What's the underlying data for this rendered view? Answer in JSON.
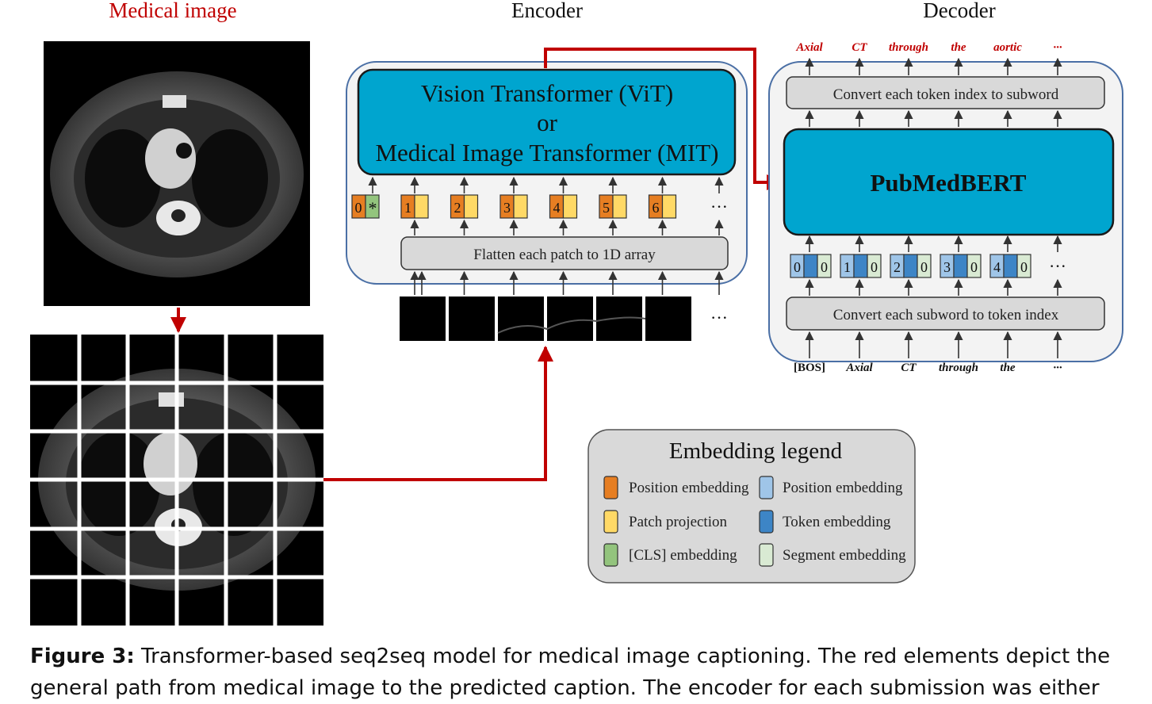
{
  "titles": {
    "medical_image": "Medical image",
    "encoder": "Encoder",
    "decoder": "Decoder"
  },
  "encoder": {
    "model_line1": "Vision Transformer (ViT)",
    "model_line2": "or",
    "model_line3": "Medical Image Transformer (MIT)",
    "flatten_label": "Flatten each patch to 1D array",
    "cls_index": "0",
    "cls_symbol": "*",
    "patch_indices": [
      "1",
      "2",
      "3",
      "4",
      "5",
      "6"
    ],
    "ellipsis": "···"
  },
  "decoder": {
    "output_tokens": [
      "Axial",
      "CT",
      "through",
      "the",
      "aortic",
      "···"
    ],
    "top_box_label": "Convert each token index to subword",
    "model_label": "PubMedBERT",
    "token_groups": [
      {
        "pos": "0",
        "seg": "0"
      },
      {
        "pos": "1",
        "seg": "0"
      },
      {
        "pos": "2",
        "seg": "0"
      },
      {
        "pos": "3",
        "seg": "0"
      },
      {
        "pos": "4",
        "seg": "0"
      }
    ],
    "ellipsis": "···",
    "bottom_box_label": "Convert each subword to token index",
    "input_tokens": [
      "[BOS]",
      "Axial",
      "CT",
      "through",
      "the",
      "···"
    ]
  },
  "legend": {
    "title": "Embedding legend",
    "items_left": [
      {
        "label": "Position embedding",
        "color": "#E67E22"
      },
      {
        "label": "Patch projection",
        "color": "#FFD966"
      },
      {
        "label": "[CLS] embedding",
        "color": "#93C47D"
      }
    ],
    "items_right": [
      {
        "label": "Position embedding",
        "color": "#9FC5E8"
      },
      {
        "label": "Token embedding",
        "color": "#3D85C6"
      },
      {
        "label": "Segment embedding",
        "color": "#D9EAD3"
      }
    ]
  },
  "colors": {
    "accent_red": "#C00000",
    "model_box": "#00A5CF",
    "gray_box": "#D9D9D9",
    "panel_bg": "#F3F3F3",
    "panel_border": "#4A6FA5"
  },
  "caption": {
    "label": "Figure 3:",
    "line1": " Transformer-based seq2seq model for medical image captioning. The red elements depict the",
    "line2": "general path from medical image to the predicted caption. The encoder for each submission was either"
  }
}
